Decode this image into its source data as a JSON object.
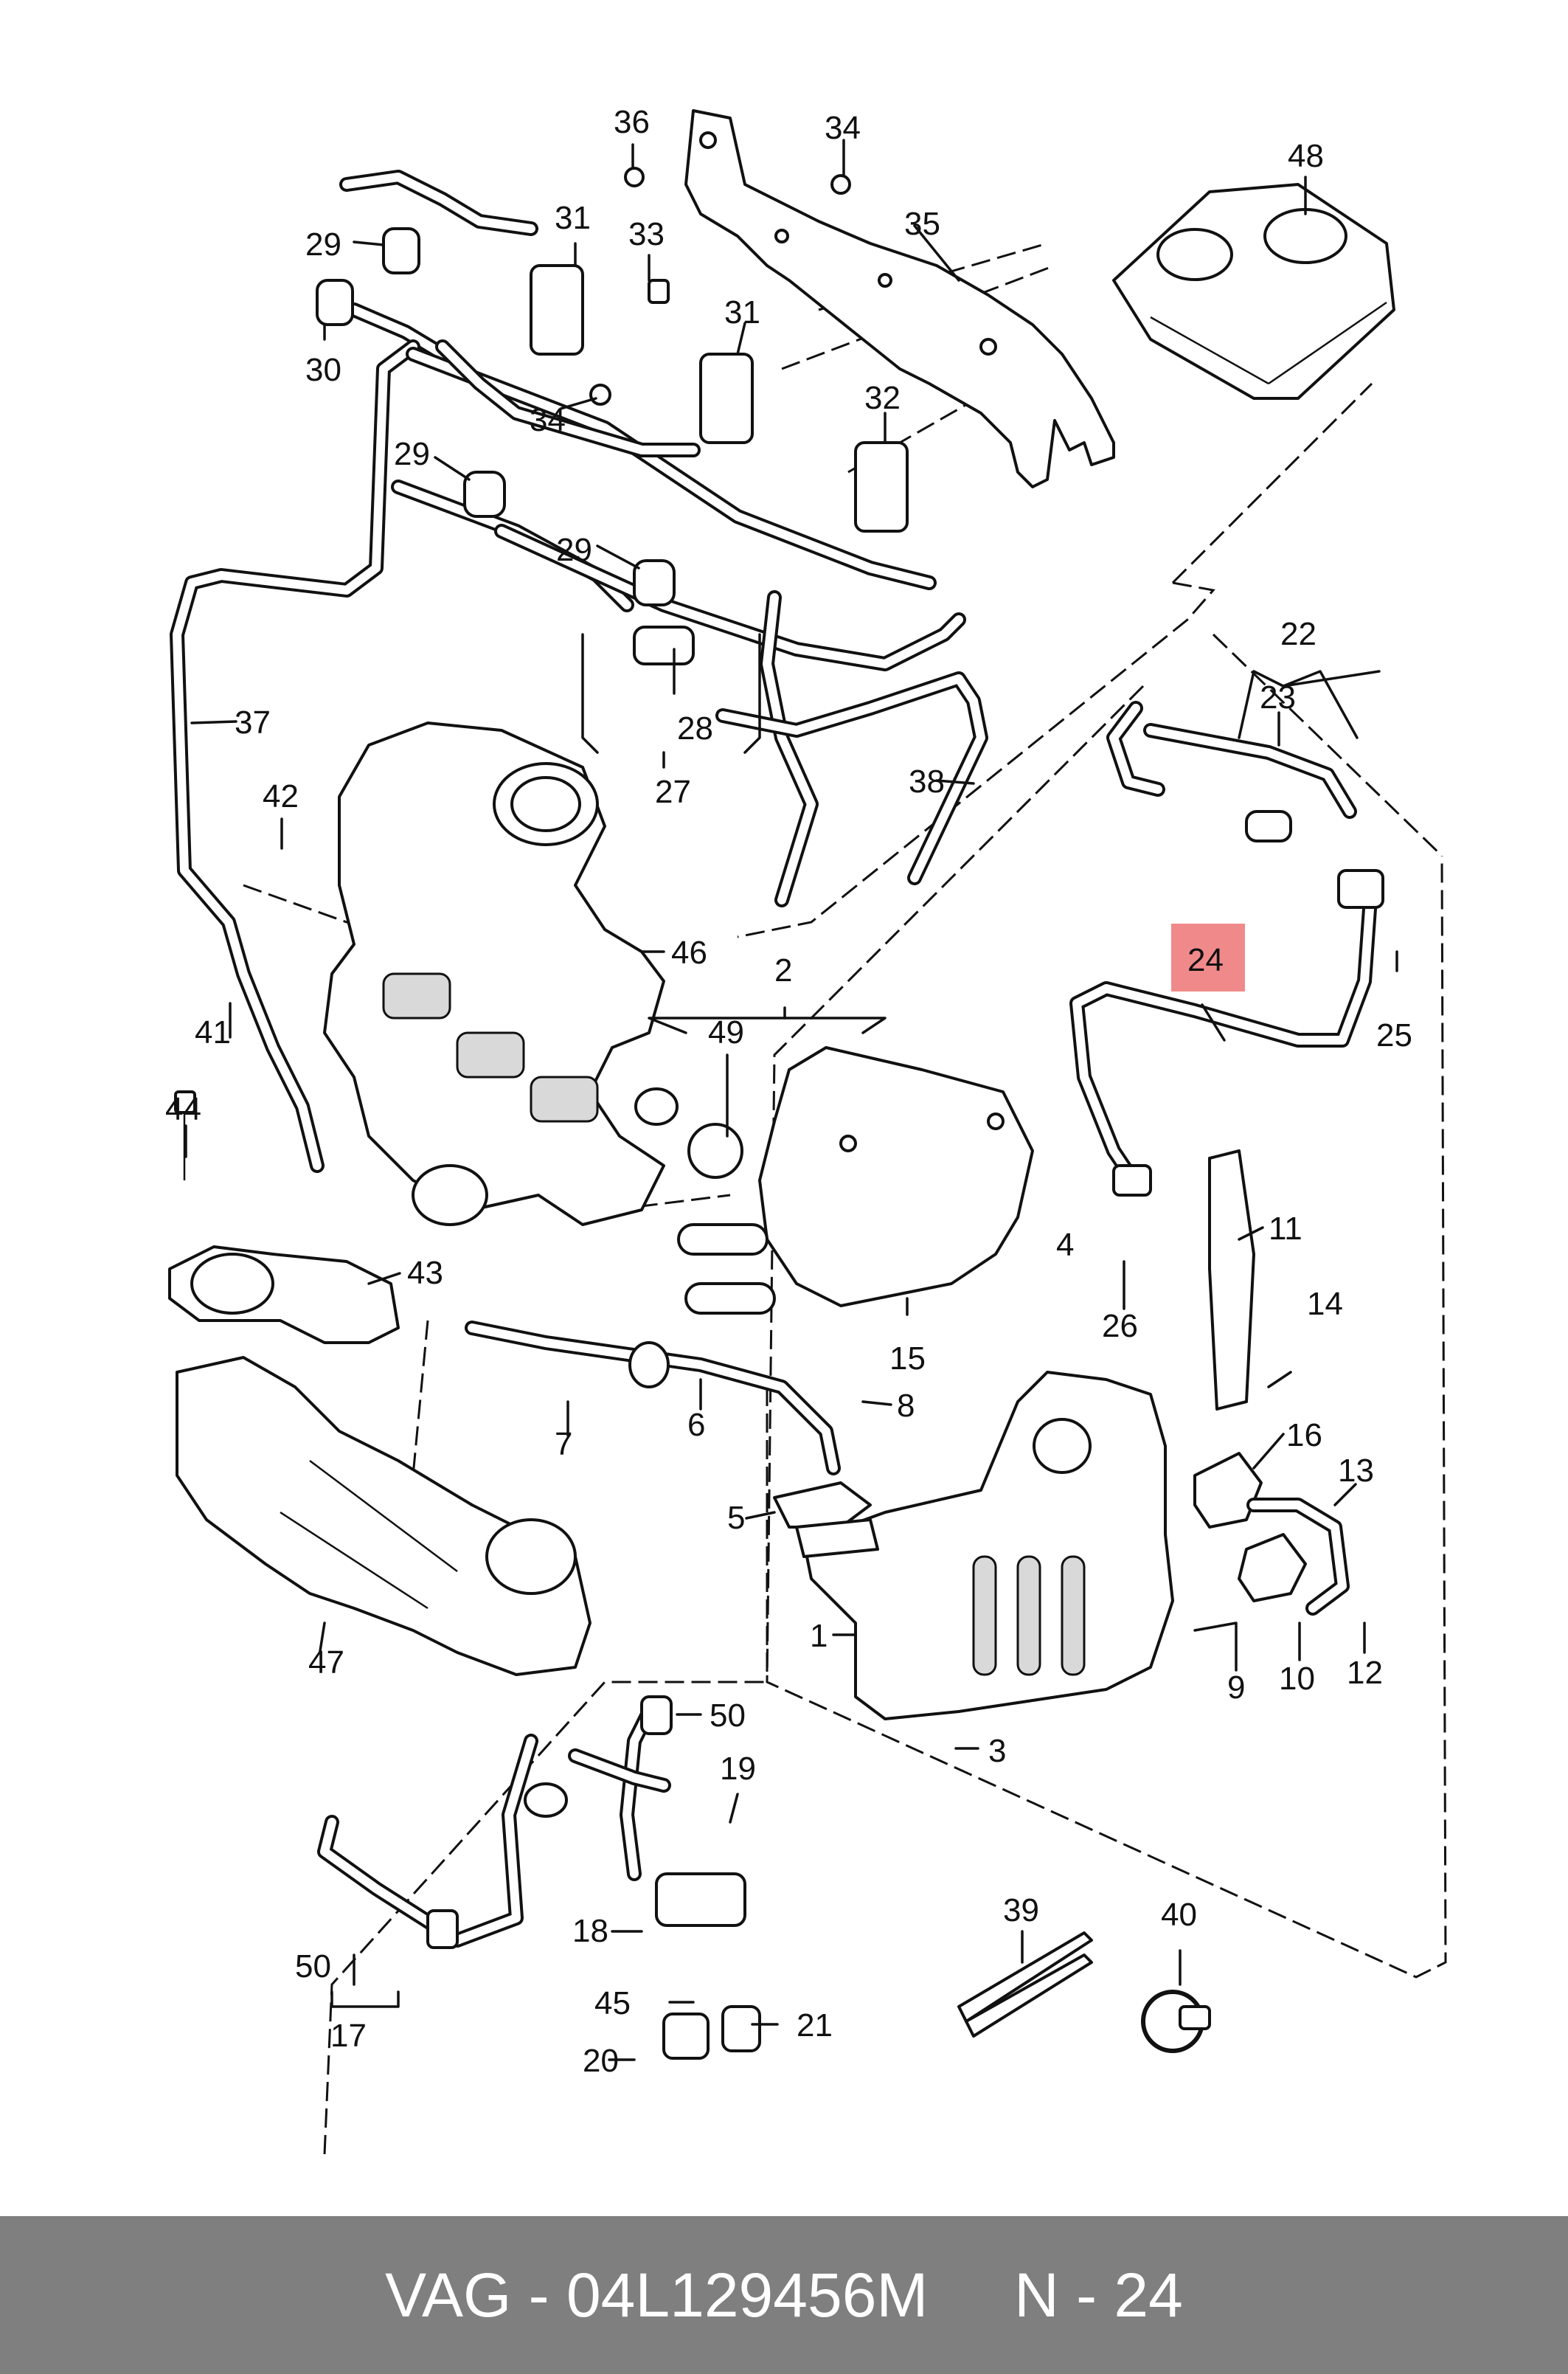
{
  "footer": {
    "text": "VAG - 04L129456M     N - 24"
  },
  "highlight_color": "#f08a8a",
  "footer_bg": "#7f7f7f",
  "highlighted_callout": "24",
  "callouts": {
    "c1": "1",
    "c2": "2",
    "c3": "3",
    "c4": "4",
    "c5": "5",
    "c6": "6",
    "c7": "7",
    "c8": "8",
    "c9": "9",
    "c10": "10",
    "c11": "11",
    "c12": "12",
    "c13": "13",
    "c14": "14",
    "c15": "15",
    "c16": "16",
    "c17": "17",
    "c18": "18",
    "c19": "19",
    "c20": "20",
    "c21": "21",
    "c22": "22",
    "c23": "23",
    "c24": "24",
    "c25": "25",
    "c26": "26",
    "c27": "27",
    "c28": "28",
    "c29a": "29",
    "c29b": "29",
    "c29c": "29",
    "c30": "30",
    "c31a": "31",
    "c31b": "31",
    "c32": "32",
    "c33": "33",
    "c34a": "34",
    "c34b": "34",
    "c35": "35",
    "c36": "36",
    "c37": "37",
    "c38": "38",
    "c39": "39",
    "c40": "40",
    "c41": "41",
    "c42": "42",
    "c43": "43",
    "c44": "44",
    "c45": "45",
    "c46": "46",
    "c47": "47",
    "c48": "48",
    "c49": "49",
    "c50a": "50",
    "c50b": "50"
  }
}
